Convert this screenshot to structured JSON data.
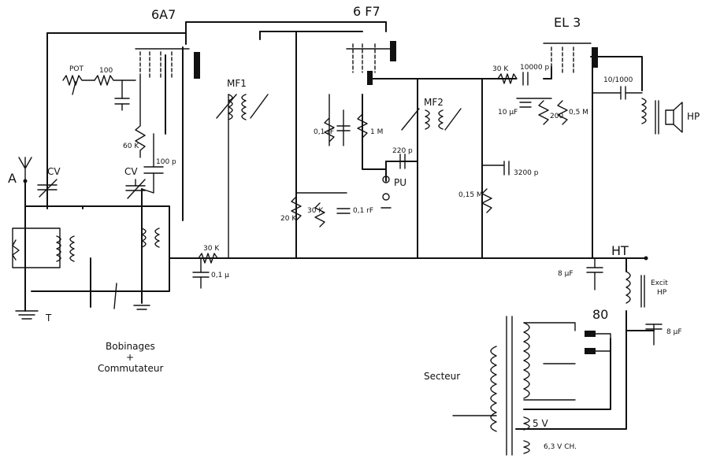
{
  "labels": {
    "tube_6a7": "6A7",
    "tube_6f7": "6 F7",
    "tube_el3": "EL 3",
    "tube_80": "80",
    "antenna": "A",
    "earth": "T",
    "cv1": "CV",
    "cv2": "CV",
    "pot": "POT",
    "r100": "100",
    "r60k": "60 K",
    "c100p": "100 p",
    "mf1": "MF1",
    "mf2": "MF2",
    "c01rf_a": "0,1 rF",
    "r1m": "1 M",
    "c220p": "220 p",
    "pu": "PU",
    "r20k": "20 K",
    "r30k_b": "30 K",
    "c01rf_b": "0,1 rF",
    "r30k_mid": "30 K",
    "c01uf": "0,1 µ",
    "r30k_el3": "30 K",
    "c10000p": "10000 p",
    "c10uf": "10 µF",
    "r200": "200",
    "r05m": "0,5 M",
    "c3200p": "3200 p",
    "r015m": "0,15 M",
    "c10_1000": "10/1000",
    "hp": "HP",
    "ht": "HT",
    "c8uf_a": "8 µF",
    "excit_1": "Excit",
    "excit_2": "HP",
    "c8uf_b": "8 µF",
    "secteur": "Secteur",
    "v5": "5 V",
    "v63": "6,3 V  CH.",
    "bobinages_1": "Bobinages",
    "bobinages_2": "+",
    "bobinages_3": "Commutateur"
  }
}
